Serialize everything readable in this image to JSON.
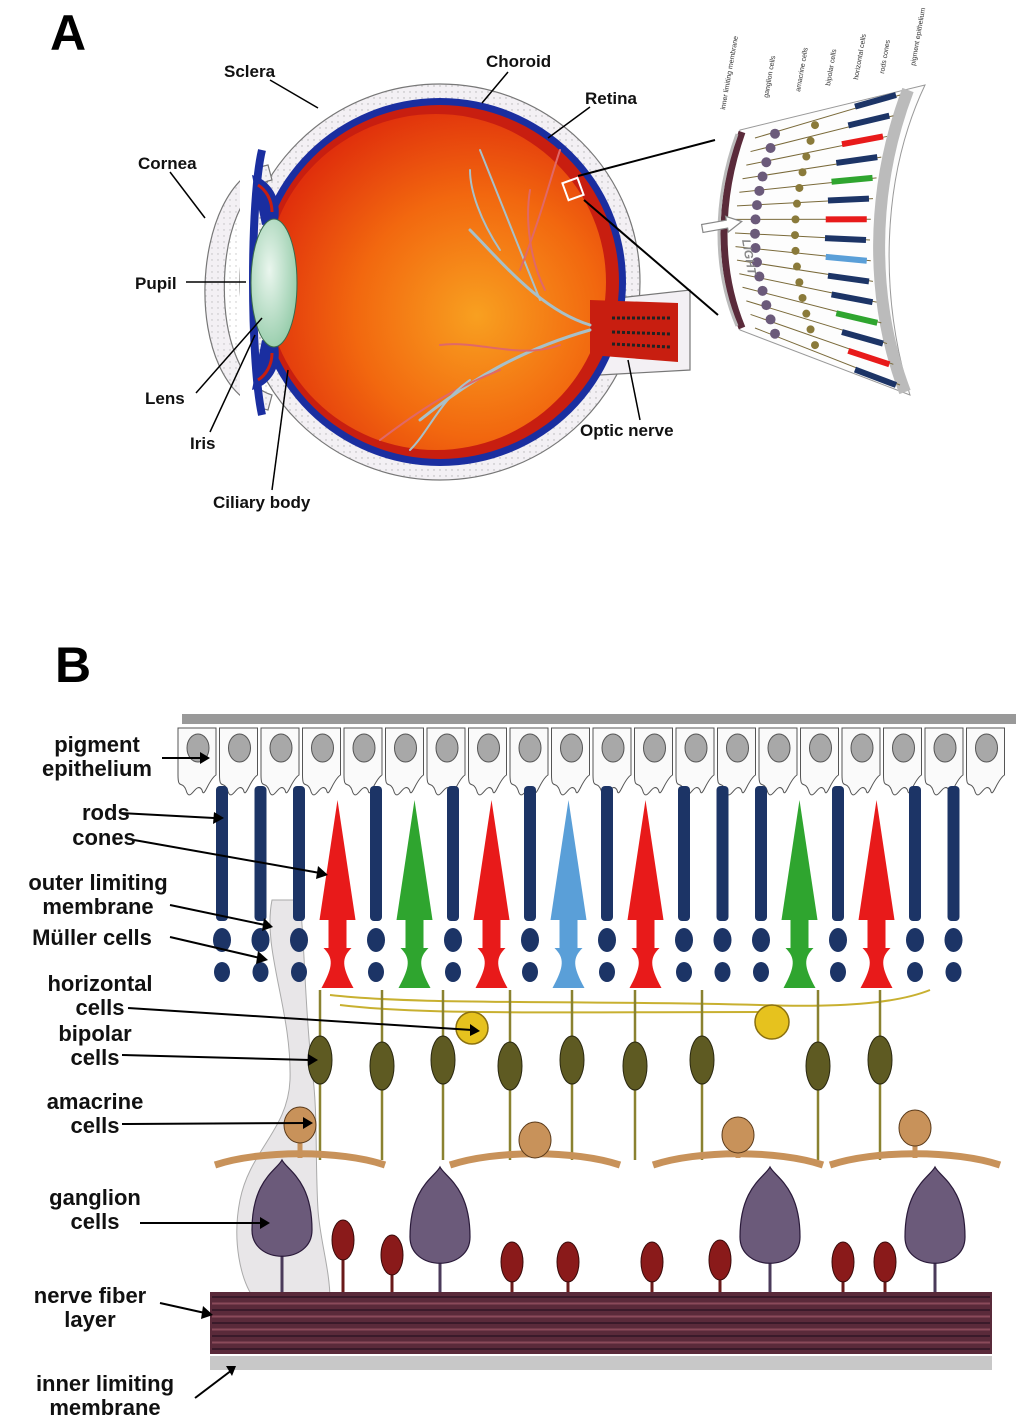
{
  "panel_a": {
    "letter": "A",
    "labels": {
      "sclera": "Sclera",
      "choroid": "Choroid",
      "retina": "Retina",
      "cornea": "Cornea",
      "pupil": "Pupil",
      "lens": "Lens",
      "iris": "Iris",
      "ciliary_body": "Ciliary body",
      "optic_nerve": "Optic nerve"
    },
    "inset": {
      "light": "LIGHT",
      "layers": [
        "inner limiting membrane",
        "ganglion cells",
        "amacrine cells",
        "bipolar cells",
        "horizontal cells",
        "rods",
        "cones",
        "pigment epithelium"
      ]
    }
  },
  "panel_b": {
    "letter": "B",
    "labels": {
      "pigment_epithelium": [
        "pigment",
        "epithelium"
      ],
      "rods": "rods",
      "cones": "cones",
      "outer_limiting_membrane": [
        "outer limiting",
        "membrane"
      ],
      "muller_cells": "Müller cells",
      "horizontal_cells": [
        "horizontal",
        "cells"
      ],
      "bipolar_cells": [
        "bipolar",
        "cells"
      ],
      "amacrine_cells": [
        "amacrine",
        "cells"
      ],
      "ganglion_cells": [
        "ganglion",
        "cells"
      ],
      "nerve_fiber_layer": [
        "nerve fiber",
        "layer"
      ],
      "inner_limiting_membrane": [
        "inner limiting",
        "membrane"
      ]
    }
  },
  "colors": {
    "eye_orange": "#f2680f",
    "choroid_blue": "#1a2ea0",
    "retina_red": "#c81e10",
    "rod_navy": "#1c3466",
    "cone_red": "#e81a1a",
    "cone_green": "#2fa52f",
    "cone_blue": "#5a9fd8",
    "horizontal_yellow": "#e6c21e",
    "bipolar_olive": "#5e5a22",
    "amacrine_tan": "#c8925a",
    "ganglion_purple": "#6b5a7a",
    "nerve_fiber": "#5a2a3a"
  }
}
